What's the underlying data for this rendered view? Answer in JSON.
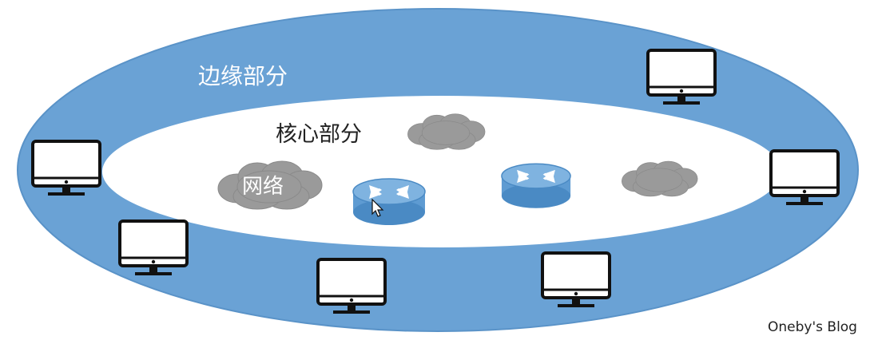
{
  "labels": {
    "edge_part": "边缘部分",
    "core_part": "核心部分",
    "network": "网络"
  },
  "watermark": "Oneby's Blog",
  "colors": {
    "edge_ring": "#6aa2d5",
    "core_area": "#ffffff",
    "cloud": "#9a9a9a",
    "router": "#5e9bd2",
    "computer_stroke": "#111111"
  },
  "icons": [
    "computer-icon",
    "cloud-icon",
    "router-icon"
  ]
}
